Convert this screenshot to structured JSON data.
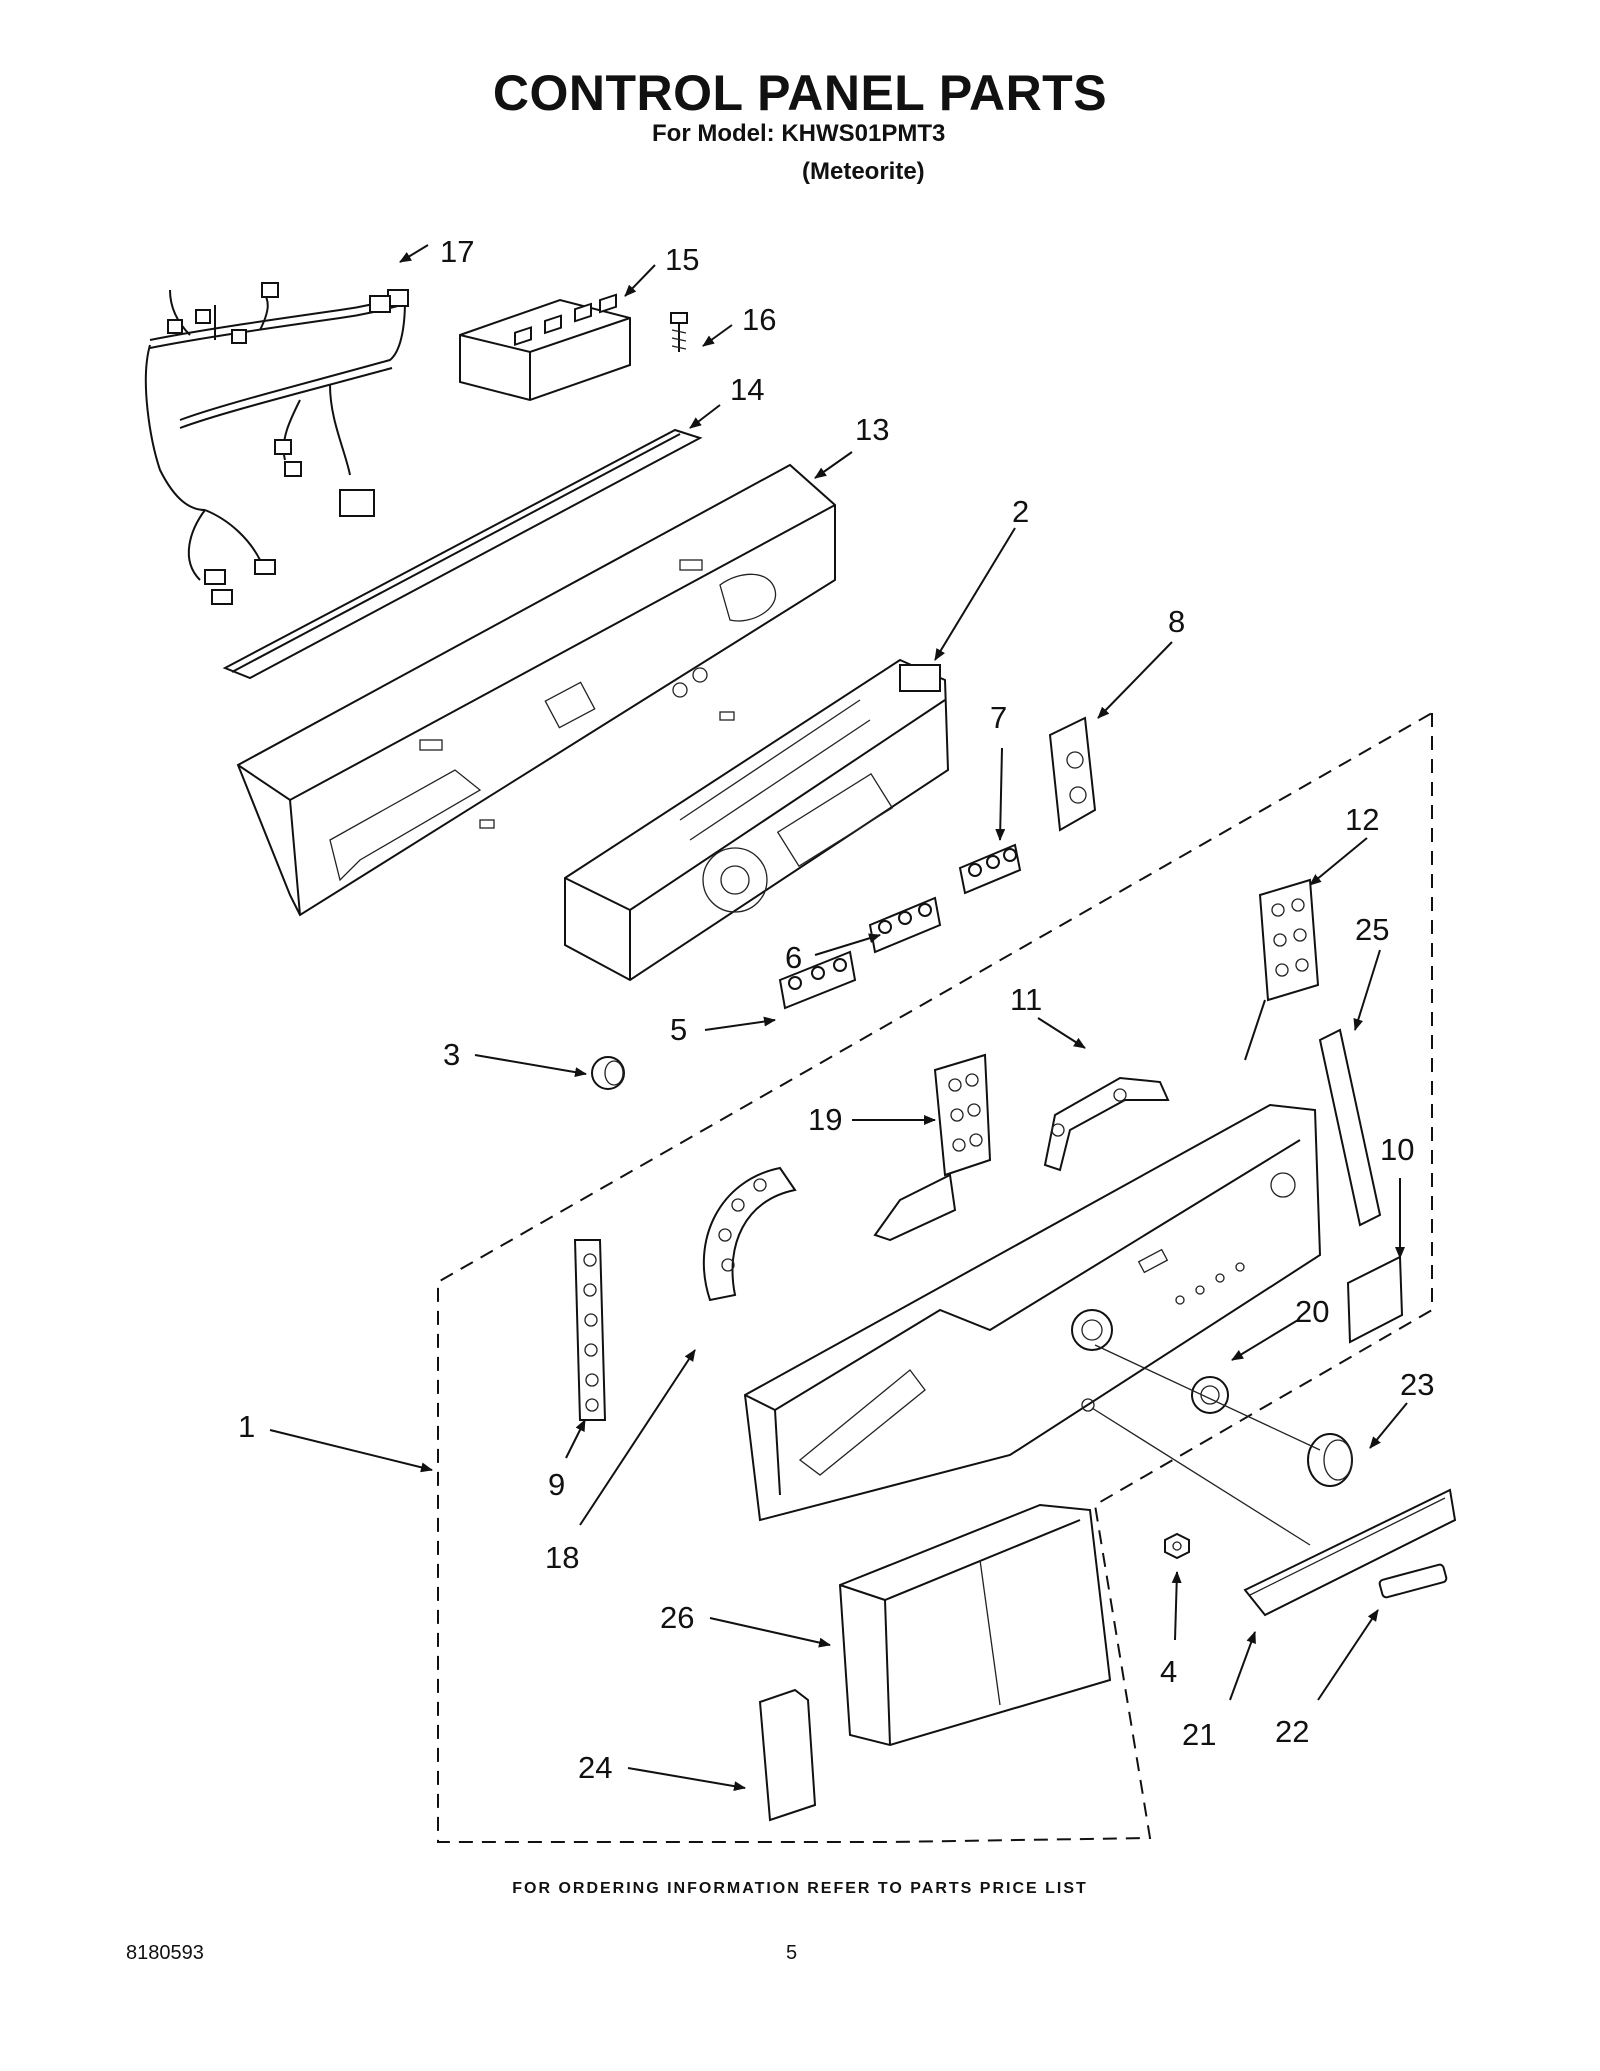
{
  "header": {
    "title": "CONTROL PANEL PARTS",
    "model_line": "For Model: KHWS01PMT3",
    "variant": "(Meteorite)"
  },
  "footer": {
    "ordering_note": "FOR ORDERING INFORMATION REFER TO PARTS PRICE LIST",
    "document_number": "8180593",
    "page_number": "5"
  },
  "callouts": {
    "c1": "1",
    "c2": "2",
    "c3": "3",
    "c4": "4",
    "c5": "5",
    "c6": "6",
    "c7": "7",
    "c8": "8",
    "c9": "9",
    "c10": "10",
    "c11": "11",
    "c12": "12",
    "c13": "13",
    "c14": "14",
    "c15": "15",
    "c16": "16",
    "c17": "17",
    "c18": "18",
    "c19": "19",
    "c20": "20",
    "c21": "21",
    "c22": "22",
    "c23": "23",
    "c24": "24",
    "c25": "25",
    "c26": "26"
  }
}
